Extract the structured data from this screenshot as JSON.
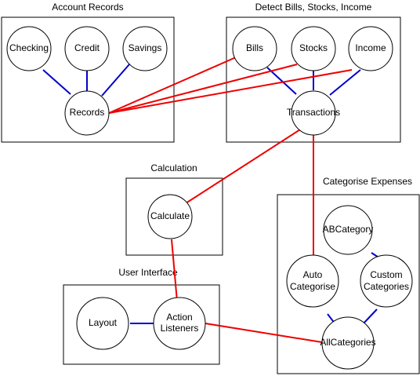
{
  "groups": {
    "account_records": "Account Records",
    "detect": "Detect Bills, Stocks, Income",
    "calculation": "Calculation",
    "user_interface": "User Interface",
    "categorise": "Categorise Expenses"
  },
  "nodes": {
    "checking": "Checking",
    "credit": "Credit",
    "savings": "Savings",
    "records": "Records",
    "bills": "Bills",
    "stocks": "Stocks",
    "income": "Income",
    "transactions": "Transactions",
    "calculate": "Calculate",
    "layout": "Layout",
    "action_listeners": [
      "Action",
      "Listeners"
    ],
    "abcategory": "ABCategory",
    "auto_categorise": [
      "Auto",
      "Categorise"
    ],
    "custom_categories": [
      "Custom",
      "Categories"
    ],
    "allcategories": "AllCategories"
  },
  "colors": {
    "blue_edge": "#0000cc",
    "red_edge": "#ee0000"
  }
}
